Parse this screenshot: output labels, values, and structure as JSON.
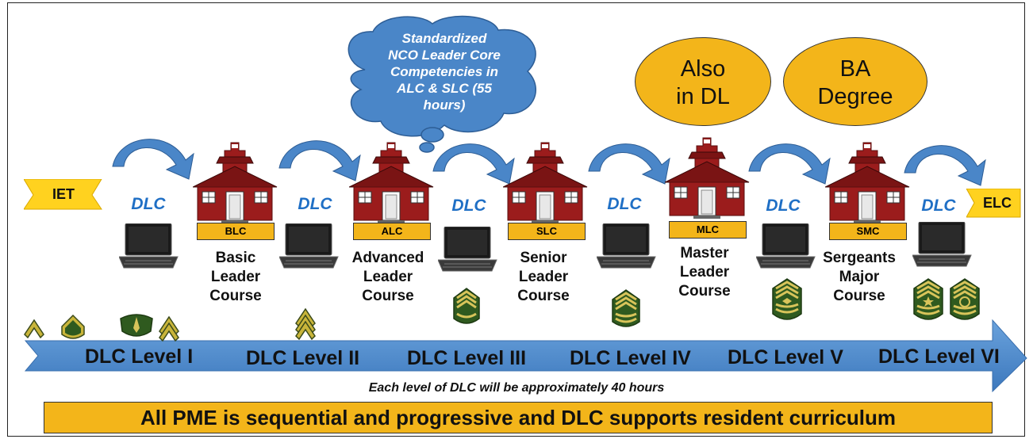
{
  "thought_bubble": "Standardized NCO Leader Core Competencies in ALC & SLC (55 hours)",
  "thought_lines": [
    "Standardized",
    "NCO Leader Core",
    "Competencies in",
    "ALC & SLC (55",
    "hours)"
  ],
  "ovals": [
    {
      "lines": [
        "Also",
        "in DL"
      ]
    },
    {
      "lines": [
        "BA",
        "Degree"
      ]
    }
  ],
  "start_tag": "IET",
  "end_tag": "ELC",
  "dlc_label": "DLC",
  "schools": [
    {
      "code": "BLC",
      "course": [
        "Basic",
        "Leader",
        "Course"
      ]
    },
    {
      "code": "ALC",
      "course": [
        "Advanced",
        "Leader",
        "Course"
      ]
    },
    {
      "code": "SLC",
      "course": [
        "Senior",
        "Leader",
        "Course"
      ]
    },
    {
      "code": "MLC",
      "course": [
        "Master",
        "Leader",
        "Course"
      ]
    },
    {
      "code": "SMC",
      "course": [
        "Sergeants",
        "Major",
        "Course"
      ]
    }
  ],
  "levels": [
    "DLC Level I",
    "DLC Level II",
    "DLC Level III",
    "DLC Level IV",
    "DLC Level V",
    "DLC Level VI"
  ],
  "note": "Each level of DLC will be approximately 40 hours",
  "banner": "All PME is sequential and progressive and DLC supports resident curriculum",
  "colors": {
    "arrow": "#4a86c8",
    "school_brick": "#9b1c1c",
    "gold": "#f3b51a",
    "tag_yellow": "#ffd21f",
    "bubble": "#4a86c8",
    "dlc_text": "#1f6fc5",
    "rank_green": "#2f5a1f"
  },
  "icons": {
    "school": "schoolhouse-icon",
    "laptop": "laptop-icon",
    "rank": "rank-insignia-icon",
    "curved_arrow": "curved-arrow-icon"
  }
}
